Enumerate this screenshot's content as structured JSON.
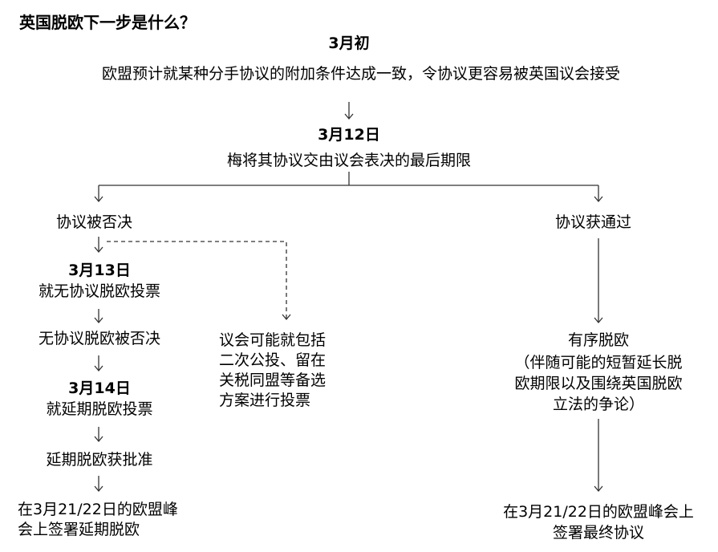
{
  "title": "英国脱欧下一步是什么？",
  "top": {
    "march_early_date": "3月初",
    "march_early_text": "欧盟预计就某种分手协议的附加条件达成一致，令协议更容易被英国议会接受",
    "march12_date": "3月12日",
    "march12_text": "梅将其协议交由议会表决的最后期限"
  },
  "left_branch": {
    "label": "协议被否决",
    "march13_date": "3月13日",
    "march13_text": "就无协议脱欧投票",
    "no_deal_rejected": "无协议脱欧被否决",
    "march14_date": "3月14日",
    "march14_text": "就延期脱欧投票",
    "extension_approved": "延期脱欧获批准",
    "summit_lines": [
      "在3月21/22日的欧盟峰",
      "会上签署延期脱欧"
    ]
  },
  "alternative": {
    "lines": [
      "议会可能就包括",
      "二次公投、留在",
      "关税同盟等备选",
      "方案进行投票"
    ]
  },
  "right_branch": {
    "label": "协议获通过",
    "orderly_title": "有序脱欧",
    "orderly_lines": [
      "（伴随可能的短暂延长脱",
      "欧期限以及围绕英国脱欧",
      "立法的争论）"
    ],
    "summit_lines": [
      "在3月21/22日的欧盟峰会上",
      "签署最终协议"
    ]
  }
}
